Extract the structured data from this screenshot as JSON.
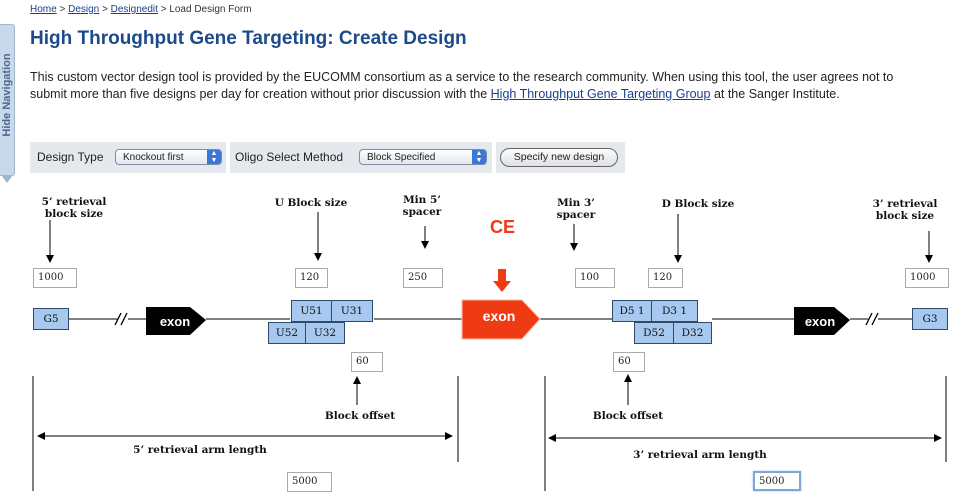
{
  "side_nav": {
    "label": "Hide Navigation"
  },
  "breadcrumb": {
    "home": "Home",
    "design": "Design",
    "designedit": "Designedit",
    "current": "Load Design Form",
    "sep": ">"
  },
  "page": {
    "title": "High Throughput Gene Targeting: Create Design",
    "intro_before": "This custom vector design tool is provided by the EUCOMM consortium as a service to the research community. When using this tool, the user agrees not to submit more than five designs per day for creation without prior discussion with the ",
    "intro_link": "High Throughput Gene Targeting Group",
    "intro_after": " at the Sanger Institute."
  },
  "options": {
    "design_type_label": "Design Type",
    "design_type_value": "Knockout first",
    "oligo_label": "Oligo Select Method",
    "oligo_value": "Block Specified",
    "specify_button": "Specify new design"
  },
  "diagram": {
    "ce_label": "CE",
    "labels": {
      "retrieval5_l1": "5’ retrieval",
      "retrieval5_l2": "block size",
      "u_block": "U Block size",
      "min5_l1": "Min 5’",
      "min5_l2": "spacer",
      "min3_l1": "Min 3’",
      "min3_l2": "spacer",
      "d_block": "D Block size",
      "retrieval3_l1": "3’ retrieval",
      "retrieval3_l2": "block size",
      "block_offset_left": "Block offset",
      "block_offset_right": "Block offset",
      "arm5": "5’ retrieval arm length",
      "arm3": "3’ retrieval arm length"
    },
    "inputs": {
      "retrieval5_block": "1000",
      "u_block": "120",
      "min5_spacer": "250",
      "min3_spacer": "100",
      "d_block": "120",
      "retrieval3_block": "1000",
      "offset_left": "60",
      "offset_right": "60",
      "arm5": "5000",
      "arm3": "5000"
    },
    "blocks": {
      "g5": "G5",
      "u51": "U51",
      "u31": "U31",
      "u52": "U52",
      "u32": "U32",
      "d51": "D5 1",
      "d31": "D3 1",
      "d52": "D52",
      "d32": "D32",
      "g3": "G3"
    },
    "exons": {
      "left": "exon",
      "center": "exon",
      "right": "exon"
    },
    "colors": {
      "title": "#1c4a8a",
      "ce": "#ee3b14",
      "block": "#a7c8ef",
      "exon_dark": "#000000"
    }
  }
}
